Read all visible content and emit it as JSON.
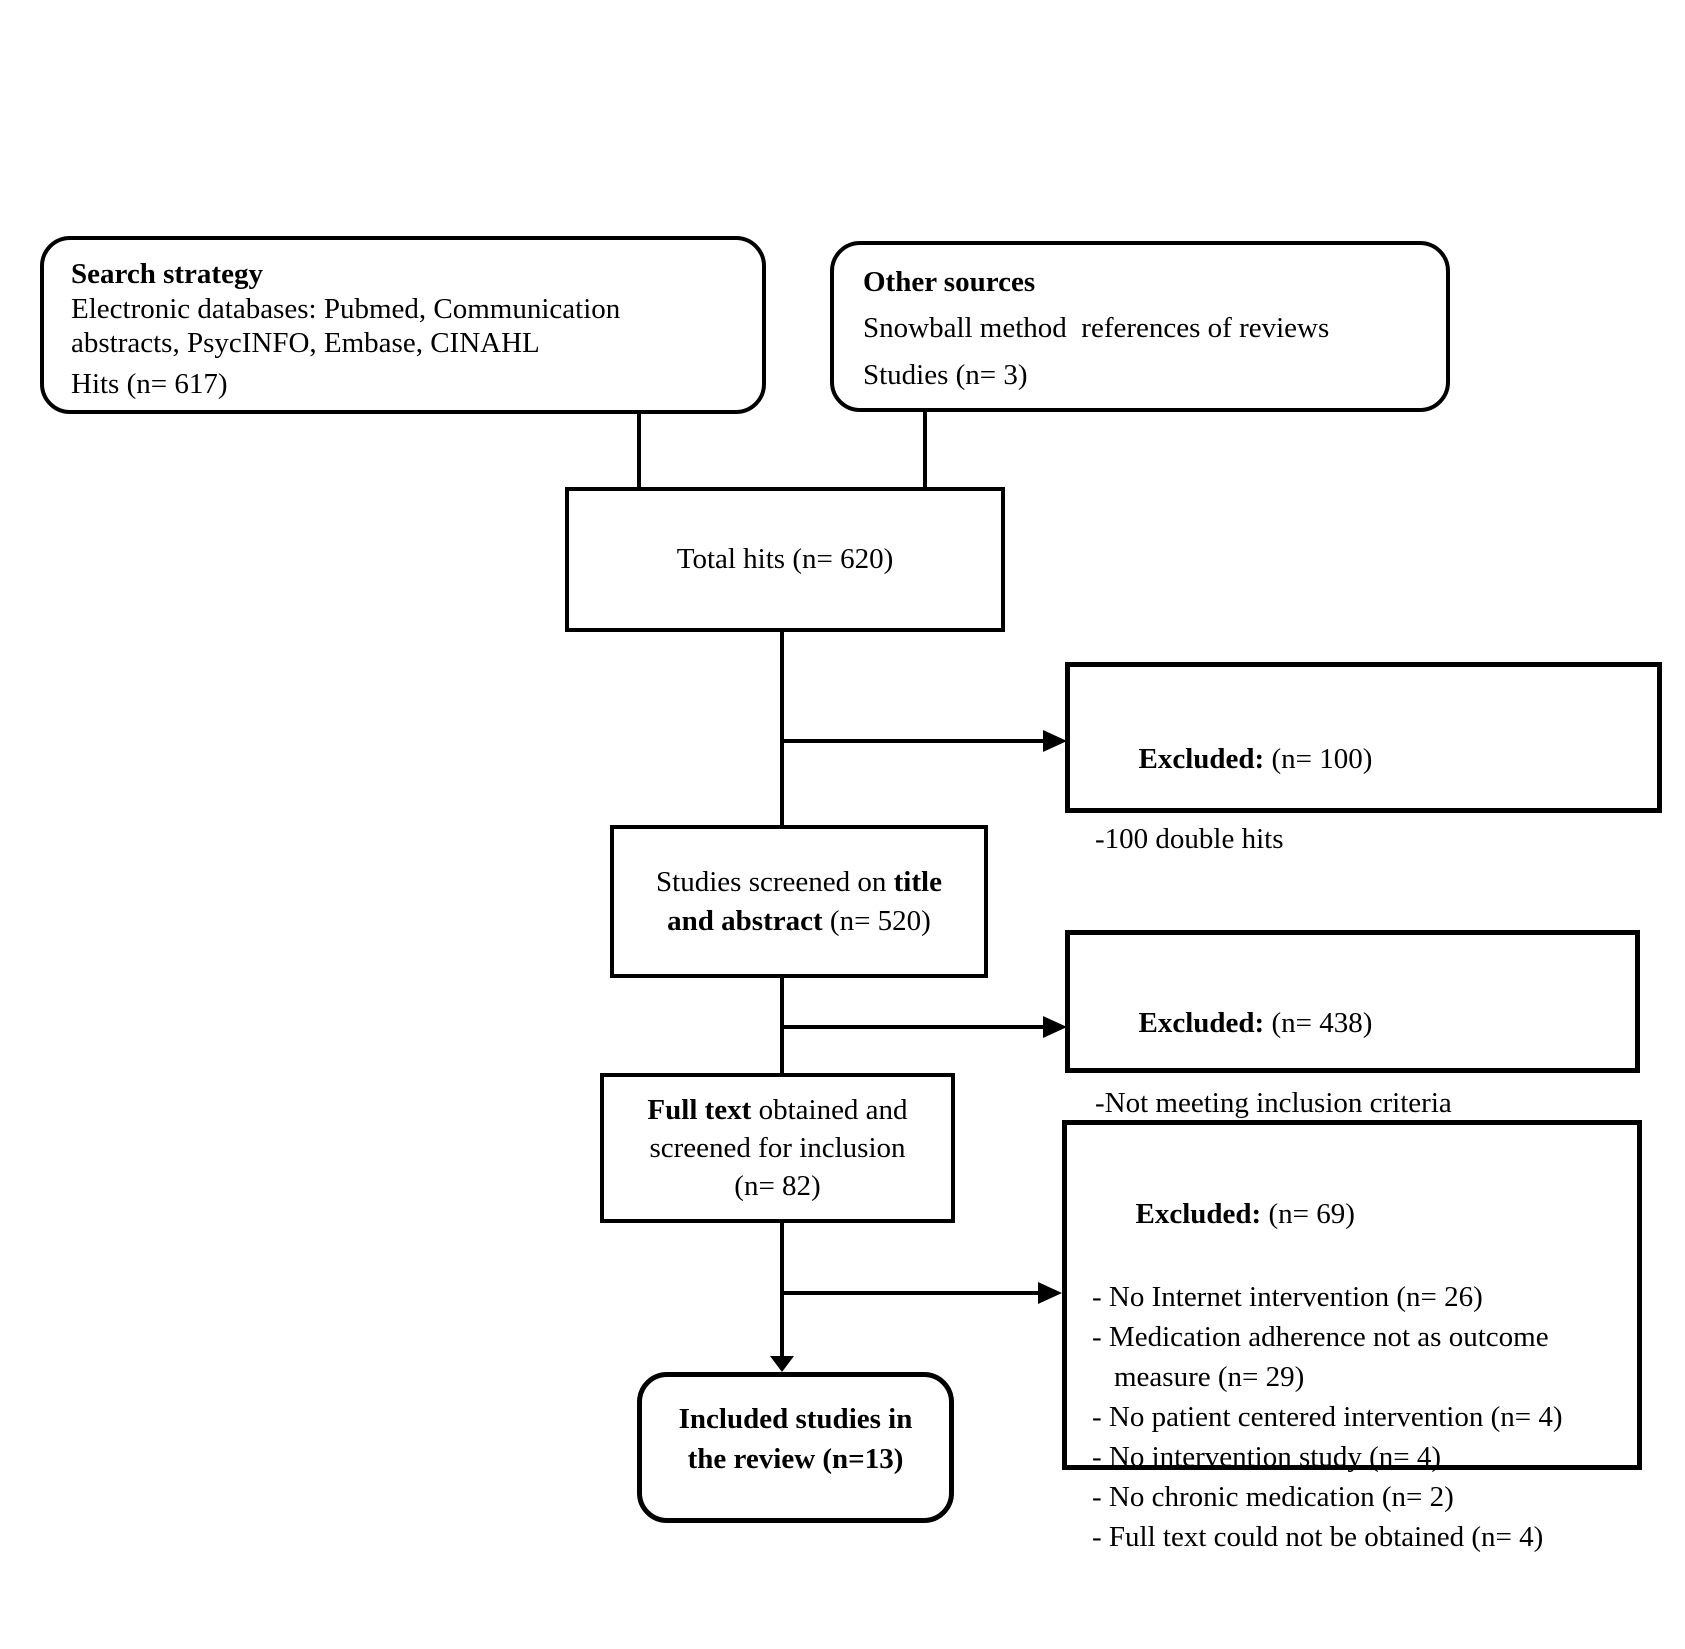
{
  "boxes": {
    "search": {
      "title": "Search strategy",
      "line1": "Electronic databases: Pubmed, Communication",
      "line2": "abstracts, PsycINFO, Embase, CINAHL",
      "hits": "Hits (n= 617)"
    },
    "other": {
      "title": "Other sources",
      "line1": "Snowball method  references of reviews",
      "hits": "Studies (n= 3)"
    },
    "total": {
      "label": "Total hits (n= 620)"
    },
    "excluded_duplicates": {
      "title": "Excluded:",
      "count": " (n= 100)",
      "item": "-100 double hits"
    },
    "screened": {
      "line1_normal": "Studies screened on ",
      "line1_bold": "title",
      "line2_bold": "and abstract",
      "line2_normal": " (n= 520)"
    },
    "excluded_screening": {
      "title": "Excluded:",
      "count": " (n= 438)",
      "item": "-Not meeting inclusion criteria"
    },
    "fulltext": {
      "line1_bold": "Full text",
      "line1_normal": " obtained and",
      "line2": "screened for inclusion",
      "line3": "(n= 82)"
    },
    "excluded_fulltext": {
      "title": "Excluded:",
      "count": " (n= 69)",
      "items": [
        "- No Internet intervention (n= 26)",
        "- Medication adherence not as outcome",
        "measure (n= 29)",
        "- No patient centered intervention (n= 4)",
        "- No intervention study (n= 4)",
        "- No chronic medication (n= 2)",
        "- Full text could not be obtained (n= 4)"
      ]
    },
    "included": {
      "line1": "Included studies in",
      "line2": "the review (n=13)"
    }
  }
}
